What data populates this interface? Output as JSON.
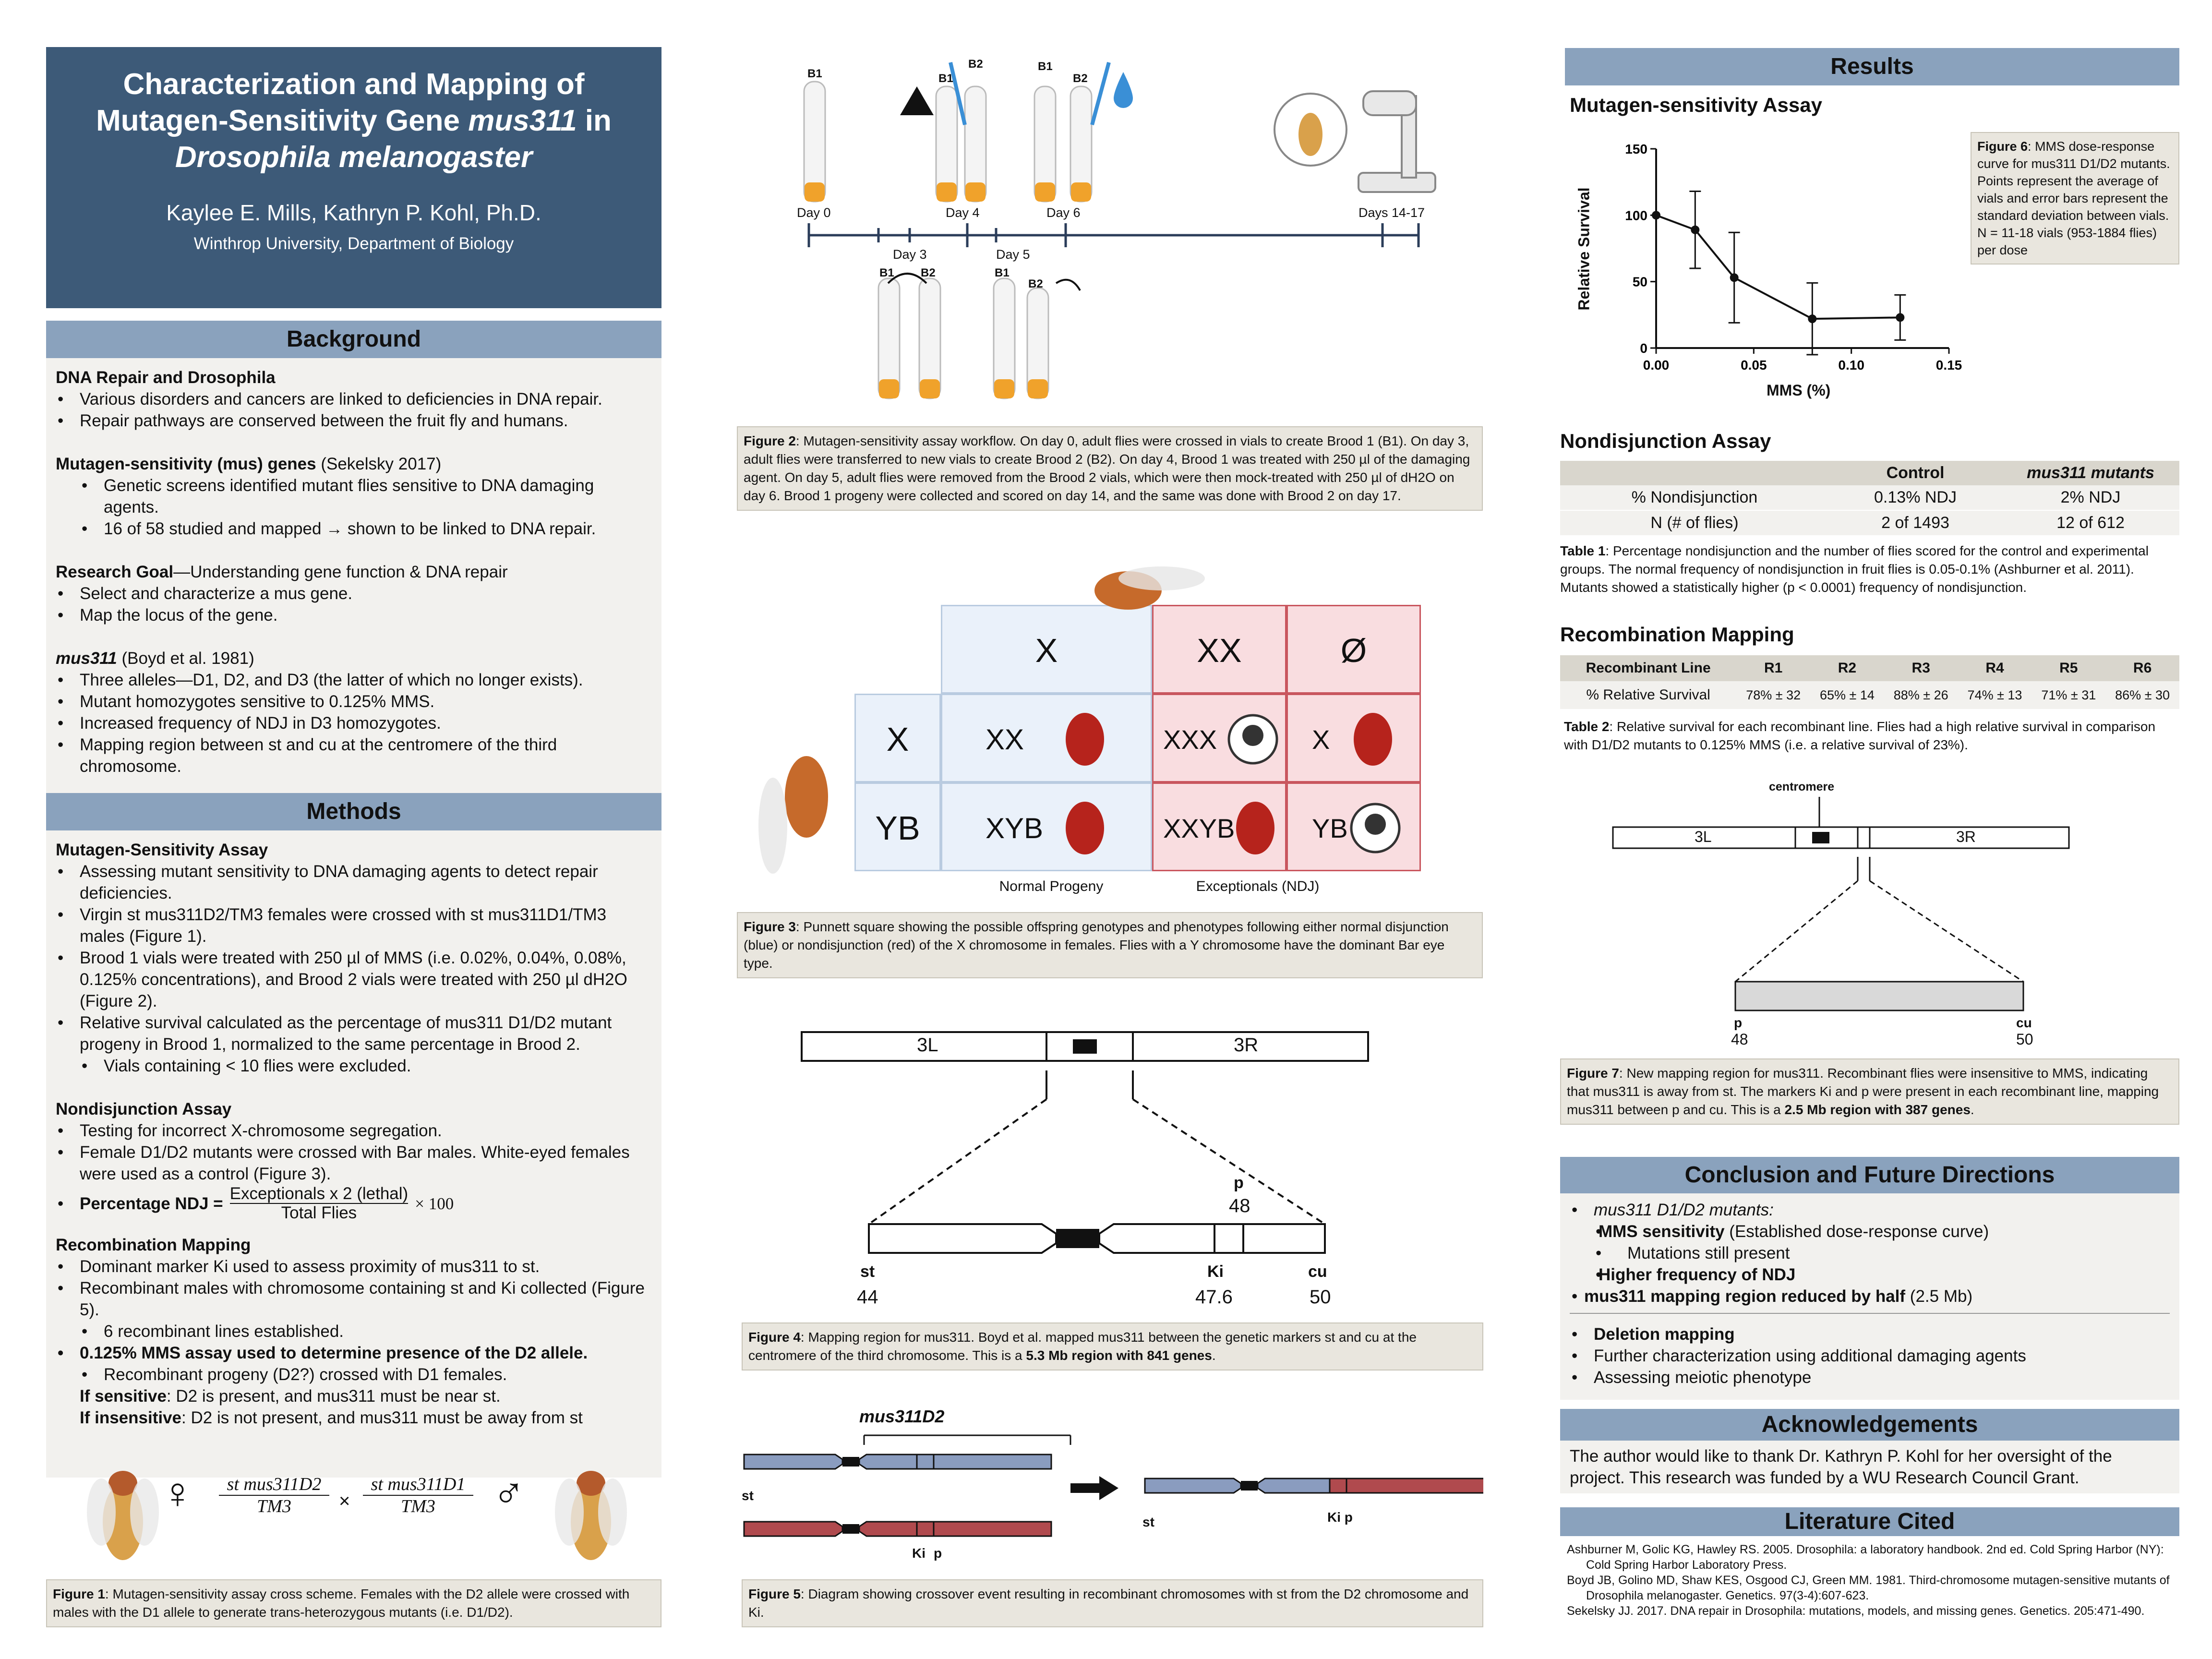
{
  "title": {
    "line1": "Characterization and Mapping of",
    "line2a": "Mutagen-Sensitivity Gene ",
    "line2b": "mus311",
    "line2c": " in",
    "line3": "Drosophila melanogaster",
    "authors": "Kaylee E. Mills, Kathryn P. Kohl, Ph.D.",
    "affiliation": "Winthrop University, Department of Biology"
  },
  "colors": {
    "title_bg": "#3d5a78",
    "section_header": "#8aa2bd",
    "panel_bg": "#f2f1ee",
    "caption_bg": "#e9e6de",
    "chrom_blue": "#8a9cbf",
    "chrom_red": "#b04a4e",
    "punnett_blue": "#eaf1fa",
    "punnett_red": "#f9dde0"
  },
  "background": {
    "header": "Background",
    "s1_title": "DNA Repair and Drosophila",
    "s1_items": [
      "Various disorders and cancers are linked to deficiencies in DNA repair.",
      "Repair pathways are conserved between the fruit fly and humans."
    ],
    "s2_title": "Mutagen-sensitivity (mus) genes",
    "s2_cite": " (Sekelsky 2017)",
    "s2_items": [
      "Genetic screens identified mutant flies sensitive to DNA damaging agents.",
      "16 of 58 studied and mapped → shown to be linked to DNA repair."
    ],
    "s3_title": "Research Goal",
    "s3_rest": "—Understanding gene function & DNA repair",
    "s3_items": [
      "Select and characterize a mus gene.",
      "Map the locus of the gene."
    ],
    "s4_title": "mus311",
    "s4_cite": " (Boyd et al. 1981)",
    "s4_items": [
      "Three alleles—D1, D2, and D3 (the latter of which no longer exists).",
      "Mutant homozygotes sensitive to 0.125% MMS.",
      "Increased frequency of NDJ in D3 homozygotes.",
      "Mapping region between st and cu at the centromere of the third chromosome."
    ]
  },
  "methods": {
    "header": "Methods",
    "m1_title": "Mutagen-Sensitivity Assay",
    "m1_items": [
      "Assessing mutant sensitivity to DNA damaging agents to detect repair deficiencies.",
      "Virgin st mus311D2/TM3 females were crossed with st mus311D1/TM3 males (Figure 1).",
      "Brood 1 vials were treated with 250 µl of MMS (i.e. 0.02%, 0.04%, 0.08%, 0.125% concentrations), and Brood 2 vials were treated with 250 µl dH2O (Figure 2).",
      "Relative survival calculated as the percentage of mus311 D1/D2 mutant progeny in Brood 1, normalized to the same percentage in Brood 2."
    ],
    "m1_sub": "Vials containing < 10 flies were excluded.",
    "m2_title": "Nondisjunction Assay",
    "m2_items": [
      "Testing for incorrect X-chromosome segregation.",
      "Female D1/D2 mutants were crossed with Bar males. White-eyed females were used as a control (Figure 3)."
    ],
    "m2_formula_label": "Percentage NDJ = ",
    "m2_formula_num": "Exceptionals x 2 (lethal)",
    "m2_formula_den": "Total Flies",
    "m2_formula_mult": "× 100",
    "m3_title": "Recombination Mapping",
    "m3_items": [
      "Dominant marker Ki used to assess proximity of mus311 to st.",
      "Recombinant males with chromosome containing st and Ki collected (Figure 5)."
    ],
    "m3_sub": "6 recombinant lines established.",
    "m3_item3": "0.125% MMS assay used to determine presence of the D2 allele.",
    "m3_sub2": "Recombinant progeny (D2?) crossed with D1 females.",
    "m3_sens_label": "If sensitive",
    "m3_sens": ": D2 is present, and mus311 must be near st.",
    "m3_insens_label": "If insensitive",
    "m3_insens": ": D2 is not present, and mus311 must be away from st"
  },
  "fig1": {
    "female_num": "st mus311D2",
    "female_den": "TM3",
    "male_num": "st mus311D1",
    "male_den": "TM3",
    "times": "×",
    "female_sym": "♀",
    "male_sym": "♂",
    "caption_label": "Figure 1",
    "caption": ": Mutagen-sensitivity assay cross scheme. Females with the D2 allele were crossed with males with the D1 allele to generate trans-heterozygous mutants (i.e. D1/D2)."
  },
  "fig2": {
    "labels": {
      "b1": "B1",
      "b2": "B2",
      "day0": "Day 0",
      "day3": "Day 3",
      "day4": "Day 4",
      "day5": "Day 5",
      "day6": "Day 6",
      "days1417": "Days 14-17"
    },
    "caption_label": "Figure 2",
    "caption": ": Mutagen-sensitivity assay workflow. On day 0, adult flies were crossed in vials to create Brood 1 (B1). On day 3, adult flies were transferred to new vials to create Brood 2 (B2). On day 4, Brood 1 was treated with 250 µl of the damaging agent. On day 5, adult flies were removed from the Brood 2 vials, which were then mock-treated with 250 µl of dH2O on day 6. Brood 1 progeny were collected and scored on day 14, and the same was done with Brood 2 on day 17."
  },
  "fig3": {
    "col_x": "X",
    "col_xx": "XX",
    "col_o": "Ø",
    "row_x": "X",
    "row_y": "YB",
    "c11": "XX",
    "c12": "XXX",
    "c13": "X",
    "c21": "XYB",
    "c22": "XXYB",
    "c23": "YB",
    "normal": "Normal Progeny",
    "except": "Exceptionals (NDJ)",
    "caption_label": "Figure 3",
    "caption": ": Punnett square showing the possible offspring genotypes and phenotypes following either normal disjunction (blue) or nondisjunction (red) of the X chromosome in females. Flies with a Y chromosome have the dominant Bar eye type."
  },
  "fig4": {
    "l3": "3L",
    "r3": "3R",
    "p": "p",
    "p_val": "48",
    "st": "st",
    "st_val": "44",
    "ki": "Ki",
    "ki_val": "47.6",
    "cu": "cu",
    "cu_val": "50",
    "caption_label": "Figure 4",
    "caption_a": ": Mapping region for mus311. Boyd et al. mapped mus311 between the genetic markers st and cu at the centromere of the third chromosome. This is a ",
    "caption_b": "5.3 Mb region with 841 genes",
    "caption_c": "."
  },
  "fig5": {
    "title": "mus311D2",
    "st": "st",
    "ki": "Ki",
    "p": "p",
    "st2": "st",
    "kip": "Ki p",
    "caption_label": "Figure 5",
    "caption": ": Diagram showing crossover event resulting in recombinant chromosomes with st from the D2 chromosome and Ki."
  },
  "results": {
    "header": "Results",
    "sub1": "Mutagen-sensitivity Assay",
    "sub2": "Nondisjunction Assay",
    "sub3": "Recombination Mapping"
  },
  "chart_data": {
    "type": "line",
    "x": [
      0.0,
      0.02,
      0.04,
      0.08,
      0.125
    ],
    "series": [
      {
        "values": [
          100,
          89,
          53,
          22,
          23
        ],
        "err": [
          0,
          29,
          34,
          27,
          17
        ]
      }
    ],
    "xlabel": "MMS (%)",
    "ylabel": "Relative Survival",
    "xlim": [
      0,
      0.15
    ],
    "ylim": [
      0,
      150
    ],
    "xticks": [
      "0.00",
      "0.05",
      "0.10",
      "0.15"
    ],
    "yticks": [
      "0",
      "50",
      "100",
      "150"
    ],
    "grid": false
  },
  "fig6": {
    "caption_label": "Figure 6",
    "caption": ": MMS dose-response curve for mus311 D1/D2 mutants. Points represent the average of vials and error bars represent the standard deviation between vials. N = 11-18 vials (953-1884 flies) per dose"
  },
  "table1": {
    "headers": [
      "",
      "Control",
      "mus311 mutants"
    ],
    "rows": [
      [
        "% Nondisjunction",
        "0.13% NDJ",
        "2% NDJ"
      ],
      [
        "N (# of flies)",
        "2 of 1493",
        "12 of 612"
      ]
    ],
    "caption_label": "Table 1",
    "caption": ": Percentage nondisjunction and the number of flies scored for the control and experimental groups. The normal frequency of nondisjunction in fruit flies is 0.05-0.1% (Ashburner et al. 2011). Mutants showed a statistically higher (p < 0.0001) frequency of nondisjunction."
  },
  "table2": {
    "headers": [
      "Recombinant Line",
      "R1",
      "R2",
      "R3",
      "R4",
      "R5",
      "R6"
    ],
    "row": [
      "% Relative Survival",
      "78% ± 32",
      "65% ± 14",
      "88% ± 26",
      "74% ± 13",
      "71% ± 31",
      "86% ± 30"
    ],
    "caption_label": "Table 2",
    "caption": ": Relative survival for each recombinant line. Flies had a high relative survival in comparison with D1/D2 mutants to 0.125% MMS (i.e. a relative survival of 23%)."
  },
  "fig7": {
    "centromere": "centromere",
    "l3": "3L",
    "r3": "3R",
    "p": "p",
    "p_val": "48",
    "cu": "cu",
    "cu_val": "50",
    "caption_label": "Figure 7",
    "caption_a": ": New mapping region for mus311. Recombinant flies were insensitive to MMS, indicating that mus311 is away from st. The markers Ki and p were present in each recombinant line, mapping mus311 between p and cu. This is a ",
    "caption_b": "2.5 Mb region with 387 genes",
    "caption_c": "."
  },
  "conclusion": {
    "header": "Conclusion and Future Directions",
    "i1": "mus311 D1/D2 mutants:",
    "i2_b": "MMS sensitivity",
    "i2": " (Established dose-response curve)",
    "i3": "Mutations still present",
    "i4_b": "Higher frequency of NDJ",
    "i5_b": "mus311 mapping region reduced by half",
    "i5": " (2.5 Mb)",
    "f1": "Deletion mapping",
    "f2": "Further characterization using additional damaging agents",
    "f3": "Assessing meiotic phenotype"
  },
  "ack": {
    "header": "Acknowledgements",
    "text": "The author would like to thank Dr. Kathryn P. Kohl for her oversight of the project. This research was funded by a WU Research Council Grant."
  },
  "lit": {
    "header": "Literature Cited",
    "refs": [
      "Ashburner M, Golic KG, Hawley RS. 2005. Drosophila: a laboratory handbook. 2nd ed. Cold Spring Harbor (NY): Cold Spring Harbor Laboratory Press.",
      "Boyd JB, Golino MD, Shaw KES, Osgood CJ, Green MM. 1981. Third-chromosome mutagen-sensitive mutants of Drosophila melanogaster. Genetics. 97(3-4):607-623.",
      "Sekelsky JJ. 2017. DNA repair in Drosophila: mutations, models, and missing genes. Genetics. 205:471-490."
    ]
  }
}
